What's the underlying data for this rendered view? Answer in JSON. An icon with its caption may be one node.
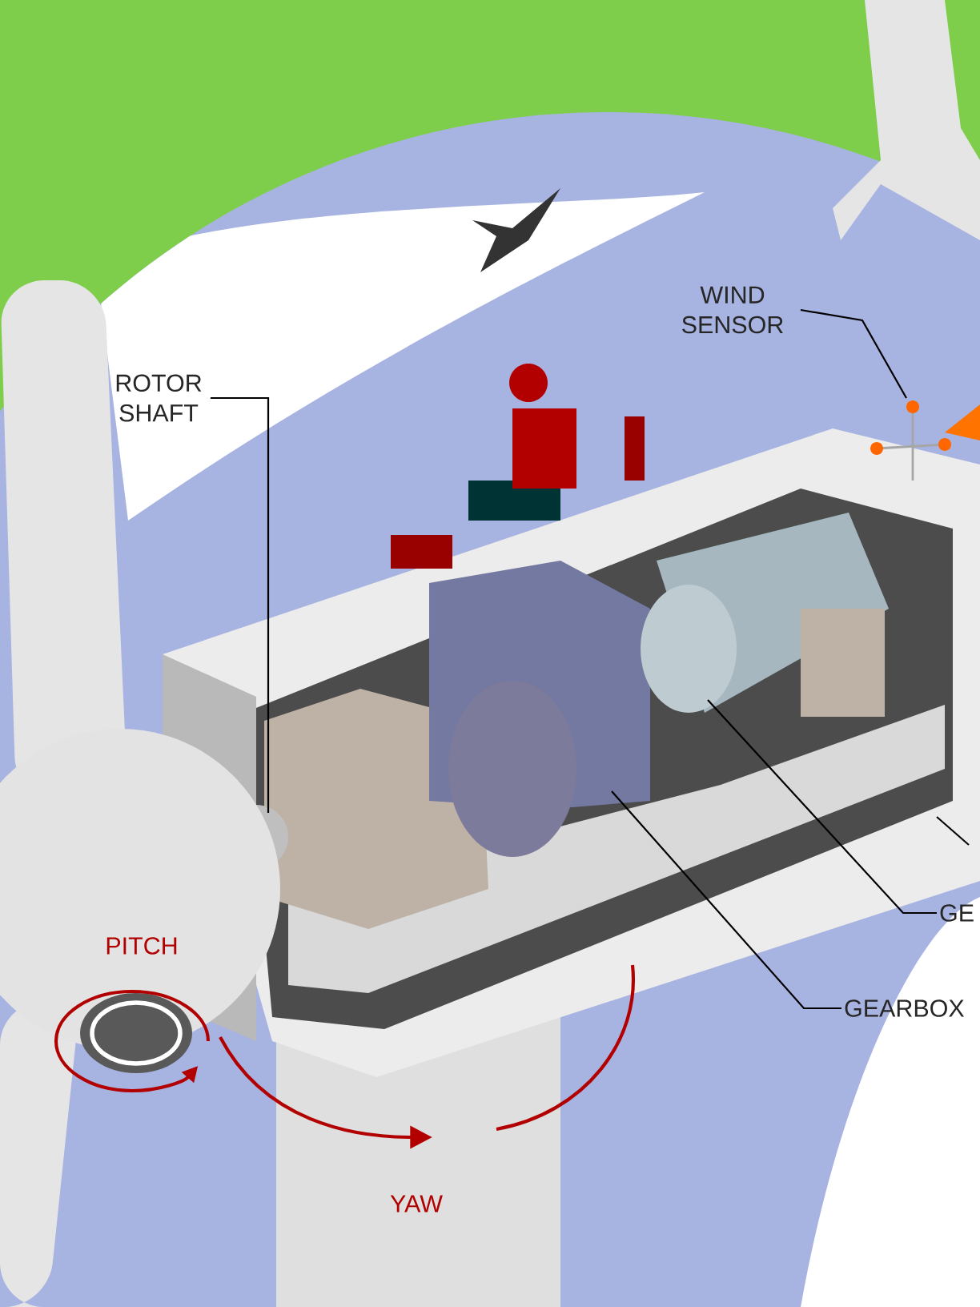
{
  "diagram": {
    "nodes": [
      {
        "text": [
          "ROTOR SHAFT"
        ]
      },
      {
        "text": [
          "WIND SENSOR"
        ]
      },
      {
        "text": [
          "GE"
        ]
      },
      {
        "text": [
          "GEARBOX"
        ]
      }
    ],
    "edges": [
      {
        "from": 0,
        "to": null,
        "arrow": "none"
      },
      {
        "from": 1,
        "to": null,
        "arrow": "none"
      },
      {
        "from": 2,
        "to": null,
        "arrow": "none"
      },
      {
        "from": 3,
        "to": null,
        "arrow": "none"
      }
    ],
    "labels": [
      "PITCH",
      "YAW"
    ]
  }
}
